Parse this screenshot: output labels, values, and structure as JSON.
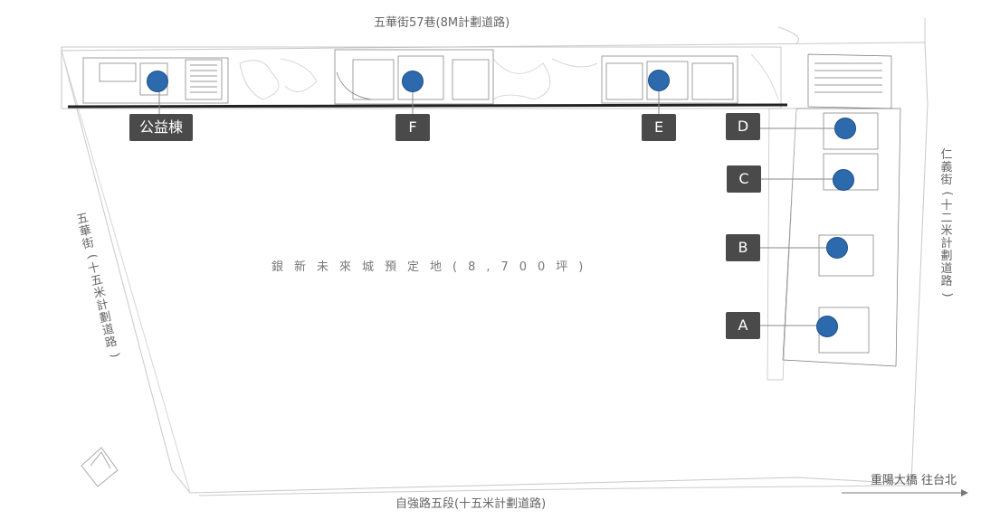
{
  "roads": {
    "north": "五華街57巷(8M計劃道路)",
    "west": "五華街(十五米計劃道路)",
    "east": "仁義街(十二米計劃道路)",
    "south": "自強路五段(十五米計劃道路)"
  },
  "land": {
    "label": "銀新未來城預定地(8,700坪)"
  },
  "direction": {
    "label": "重陽大橋 往台北"
  },
  "buildings": [
    {
      "id": "public",
      "tag": "公益棟"
    },
    {
      "id": "F",
      "tag": "F"
    },
    {
      "id": "E",
      "tag": "E"
    },
    {
      "id": "D",
      "tag": "D"
    },
    {
      "id": "C",
      "tag": "C"
    },
    {
      "id": "B",
      "tag": "B"
    },
    {
      "id": "A",
      "tag": "A"
    }
  ],
  "colors": {
    "marker": "#2d6aad",
    "tag": "#4a4a4a",
    "line": "#888888"
  }
}
